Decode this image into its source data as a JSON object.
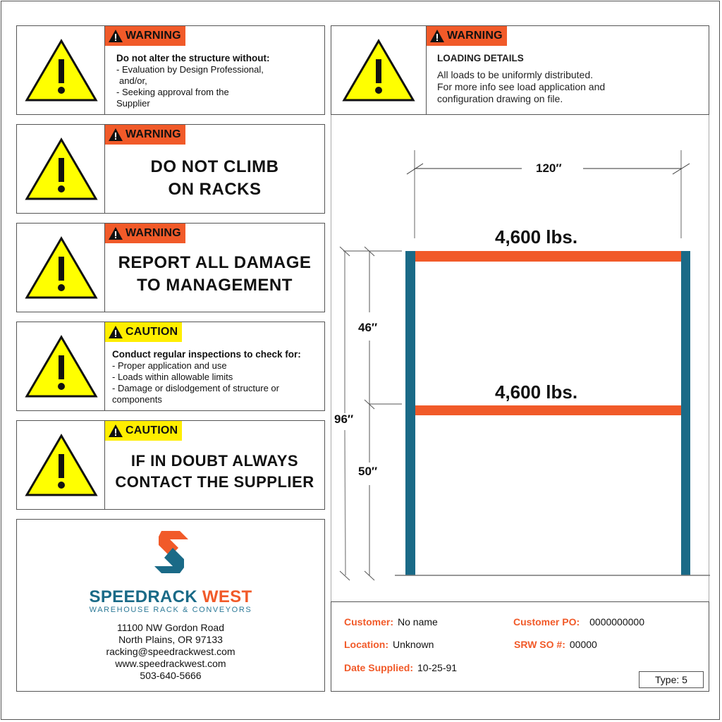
{
  "signs": [
    {
      "type": "WARNING",
      "badge_color": "#f15a29",
      "heading": "Do not alter the structure without:",
      "lines": [
        "- Evaluation by Design Professional,",
        "  and/or,",
        "- Seeking approval from the",
        "Supplier"
      ]
    },
    {
      "type": "WARNING",
      "badge_color": "#f15a29",
      "big_lines": [
        "DO NOT CLIMB",
        "ON RACKS"
      ]
    },
    {
      "type": "WARNING",
      "badge_color": "#f15a29",
      "big_lines": [
        "REPORT ALL DAMAGE",
        "TO MANAGEMENT"
      ]
    },
    {
      "type": "CAUTION",
      "badge_color": "#ffee00",
      "heading": "Conduct regular inspections to check for:",
      "lines": [
        "- Proper application and use",
        "- Loads within allowable limits",
        "- Damage or dislodgement of structure or",
        "components"
      ]
    },
    {
      "type": "CAUTION",
      "badge_color": "#ffee00",
      "big_lines": [
        "IF IN DOUBT ALWAYS",
        "CONTACT THE SUPPLIER"
      ]
    }
  ],
  "loading_sign": {
    "type": "WARNING",
    "heading": "LOADING DETAILS",
    "lines": [
      "All loads to be uniformly distributed.",
      "For more info see load application and",
      "configuration drawing on file."
    ]
  },
  "company": {
    "name_part1": "SPEEDRACK",
    "name_part2": "WEST",
    "tagline": "WAREHOUSE RACK & CONVEYORS",
    "address1": "11100 NW Gordon Road",
    "address2": "North Plains, OR 97133",
    "email": "racking@speedrackwest.com",
    "website": "www.speedrackwest.com",
    "phone": "503-640-5666",
    "colors": {
      "orange": "#f15a29",
      "teal": "#1a6a87"
    }
  },
  "rack": {
    "width": "120′′",
    "total_height": "96′′",
    "upper_spacing": "46′′",
    "lower_spacing": "50′′",
    "top_beam_load": "4,600 lbs.",
    "middle_beam_load": "4,600 lbs.",
    "upright_color": "#1a6a87",
    "beam_color": "#f15a29"
  },
  "info": {
    "customer_label": "Customer:",
    "customer": "No name",
    "location_label": "Location:",
    "location": "Unknown",
    "date_label": "Date Supplied:",
    "date": "10-25-91",
    "po_label": "Customer PO:",
    "po": "0000000000",
    "so_label": "SRW SO #:",
    "so": "00000",
    "type": "Type: 5"
  }
}
